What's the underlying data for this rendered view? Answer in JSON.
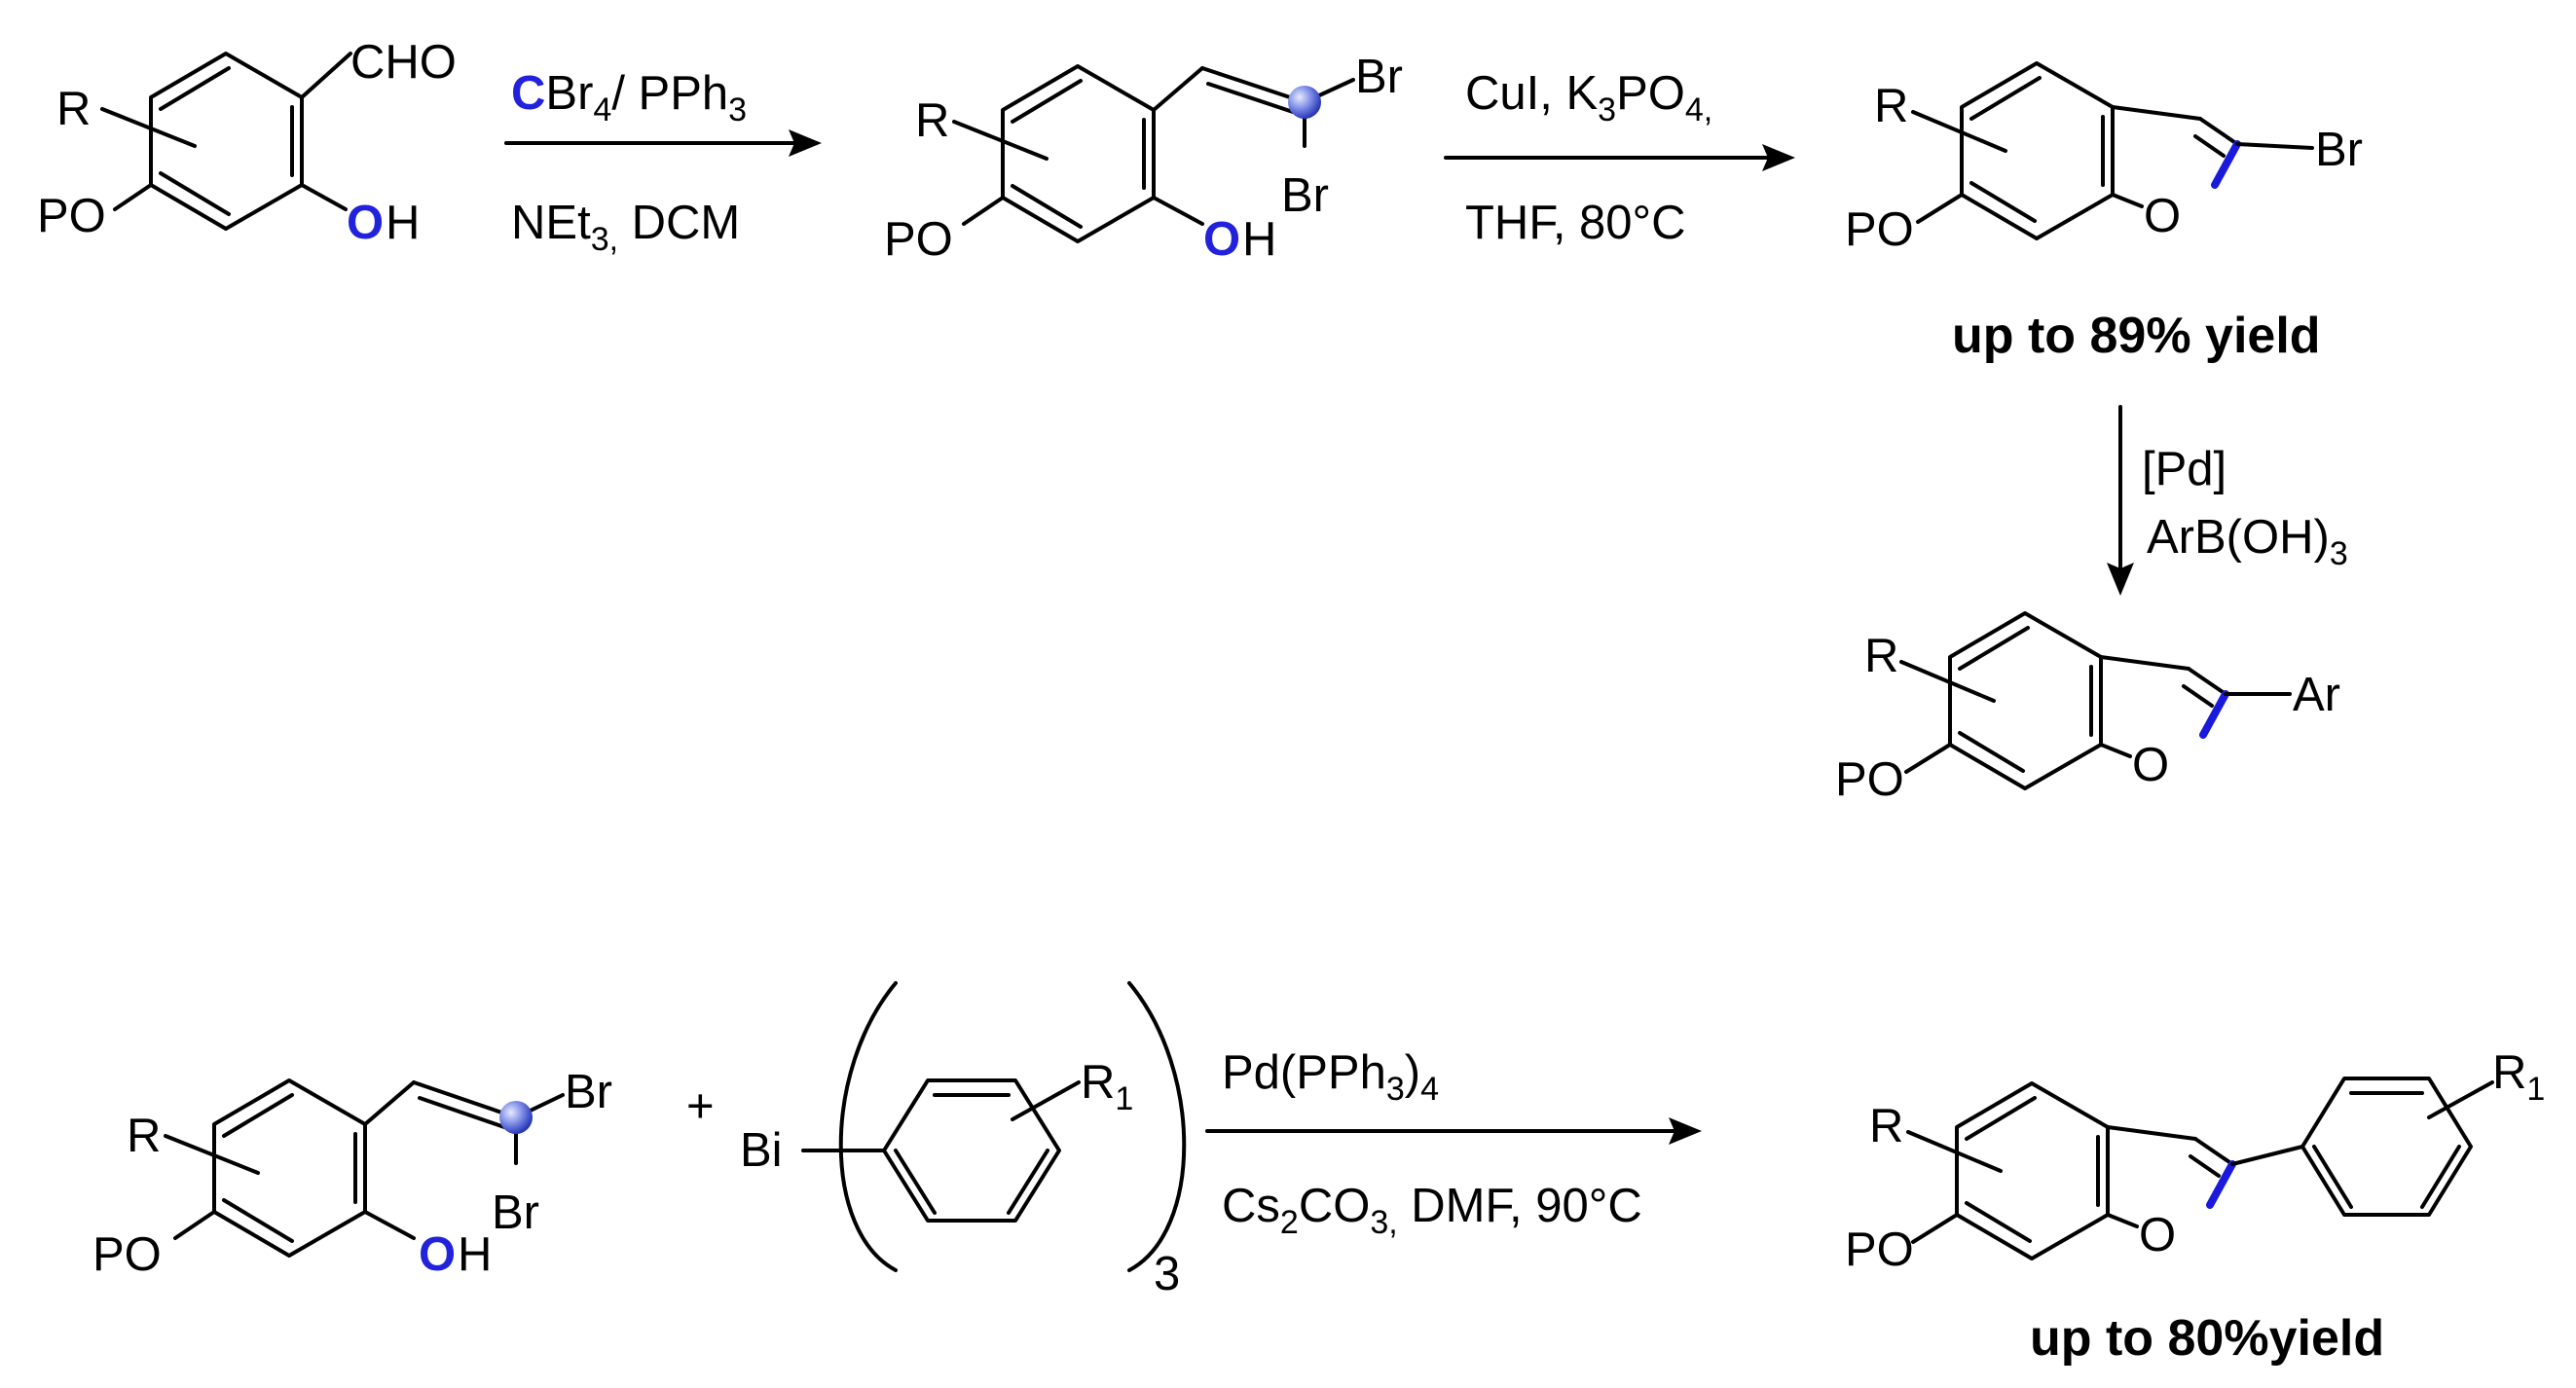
{
  "labels": {
    "R": "R",
    "R1_base": "R",
    "R1_sub": "1",
    "PO": "PO",
    "CHO": "CHO",
    "O": "O",
    "H": "H",
    "Br": "Br",
    "Ar": "Ar",
    "Bi": "Bi",
    "plus": "+",
    "sub3": "3"
  },
  "step1": {
    "c_blue": "C",
    "above_rest": "Br",
    "above_sub1": "4",
    "above_mid": "/ PPh",
    "above_sub2": "3",
    "below_a": "NEt",
    "below_sub": "3,",
    "below_b": " DCM"
  },
  "step2": {
    "above_a": "CuI, K",
    "above_sub1": "3",
    "above_b": "PO",
    "above_sub2": "4,",
    "below": "THF, 80°C"
  },
  "step3": {
    "line1": "[Pd]",
    "line2": "ArB(OH)",
    "line2_sub": "3"
  },
  "step4": {
    "above_a": "Pd(PPh",
    "above_sub1": "3",
    "above_b": ")",
    "above_sub2": "4",
    "below_a": "Cs",
    "below_sub1": "2",
    "below_b": "CO",
    "below_sub2": "3,",
    "below_c": " DMF, 90°C"
  },
  "yield1": "up to 89% yield",
  "yield2": "up to 80%yield",
  "colors": {
    "highlight": "#2222dd",
    "bond": "#000000",
    "sphere": "#5a6ee0"
  }
}
